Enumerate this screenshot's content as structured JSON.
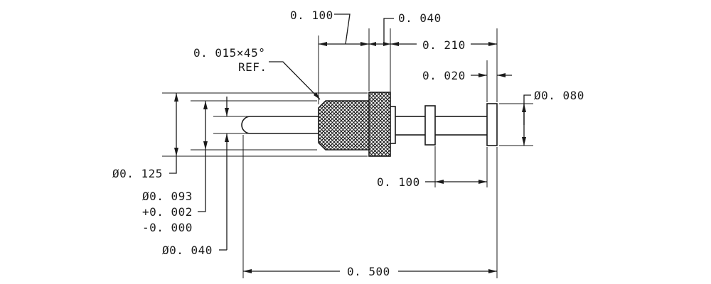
{
  "drawing": {
    "line_color": "#1a1a1a",
    "background": "#ffffff",
    "dimensions": {
      "head_length": "0. 100",
      "flange_thickness": "0. 040",
      "tail_length": "0. 210",
      "end_collar_thickness": "0. 020",
      "end_diameter": "Ø0. 080",
      "chamfer": "0. 015×45°",
      "chamfer_ref": "REF.",
      "head_diameter": "Ø0. 125",
      "mount_diameter": "Ø0. 093",
      "mount_tol_plus": "+0. 002",
      "mount_tol_minus": "-0. 000",
      "pin_diameter": "Ø0. 040",
      "collar_spacing": "0. 100",
      "overall_length": "0. 500"
    }
  }
}
